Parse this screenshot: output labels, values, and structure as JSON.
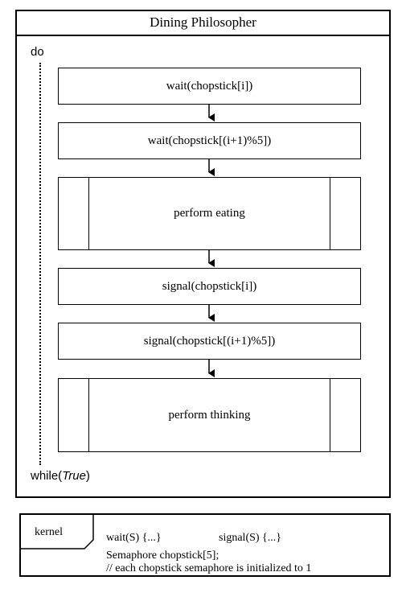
{
  "diagram": {
    "title": "Dining Philosopher",
    "loop_start": "do",
    "loop_end_prefix": "while(",
    "loop_end_condition": "True",
    "loop_end_suffix": ")",
    "steps": [
      {
        "label": "wait(chopstick[i])",
        "kind": "action"
      },
      {
        "label": "wait(chopstick[(i+1)%5])",
        "kind": "action"
      },
      {
        "label": "perform eating",
        "kind": "process"
      },
      {
        "label": "signal(chopstick[i])",
        "kind": "action"
      },
      {
        "label": "signal(chopstick[(i+1)%5])",
        "kind": "action"
      },
      {
        "label": "perform thinking",
        "kind": "process"
      }
    ]
  },
  "kernel": {
    "tab": "kernel",
    "wait": "wait(S) {...}",
    "signal": "signal(S) {...}",
    "decl": "Semaphore chopstick[5];",
    "comment": "// each chopstick semaphore is initialized to 1"
  }
}
